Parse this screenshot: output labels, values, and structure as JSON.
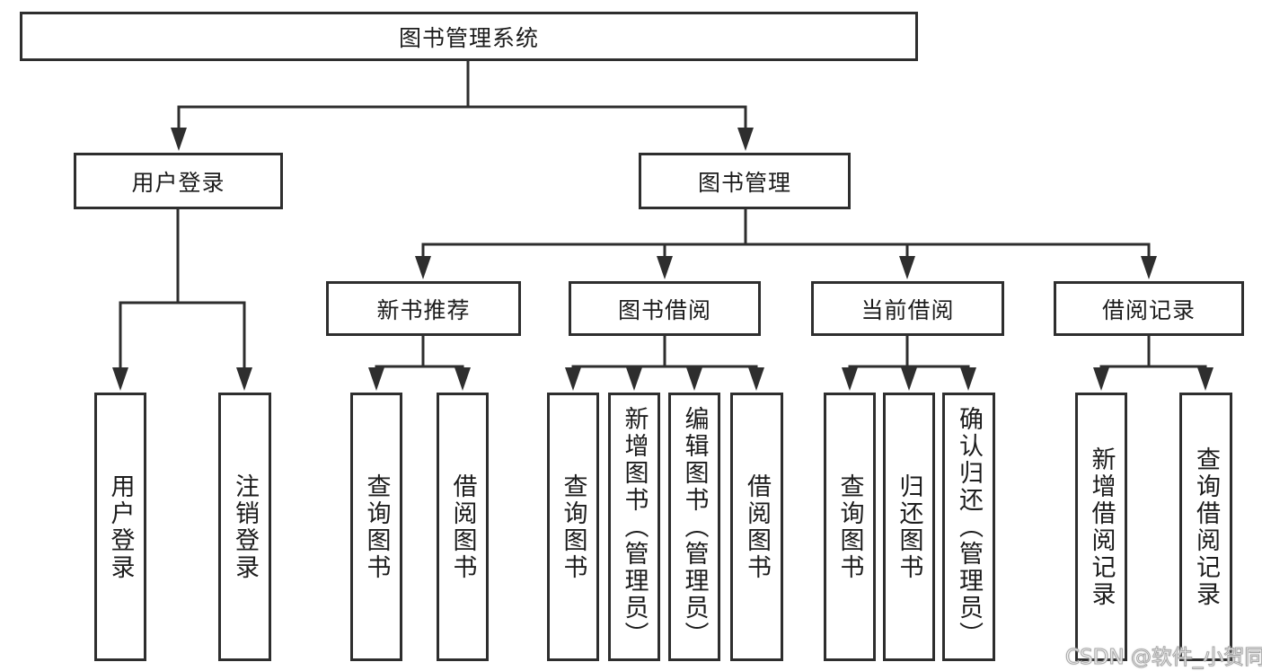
{
  "colors": {
    "line": "#2e2e2e",
    "border": "#2e2e2e",
    "text": "#1c1c1c",
    "background": "#ffffff",
    "watermark": "#c9c9c9"
  },
  "watermark": {
    "text": "CSDN @软件_小贺同学"
  },
  "tree": {
    "root": {
      "label": "图书管理系统",
      "children": [
        {
          "label": "用户登录",
          "children": [
            {
              "label": "用户登录"
            },
            {
              "label": "注销登录"
            }
          ]
        },
        {
          "label": "图书管理",
          "children": [
            {
              "label": "新书推荐",
              "children": [
                {
                  "label": "查询图书"
                },
                {
                  "label": "借阅图书"
                }
              ]
            },
            {
              "label": "图书借阅",
              "children": [
                {
                  "label": "查询图书"
                },
                {
                  "label": "新增图书（管理员）"
                },
                {
                  "label": "编辑图书（管理员）"
                },
                {
                  "label": "借阅图书"
                }
              ]
            },
            {
              "label": "当前借阅",
              "children": [
                {
                  "label": "查询图书"
                },
                {
                  "label": "归还图书"
                },
                {
                  "label": "确认归还（管理员）"
                }
              ]
            },
            {
              "label": "借阅记录",
              "children": [
                {
                  "label": "新增借阅记录"
                },
                {
                  "label": "查询借阅记录"
                }
              ]
            }
          ]
        }
      ]
    }
  }
}
